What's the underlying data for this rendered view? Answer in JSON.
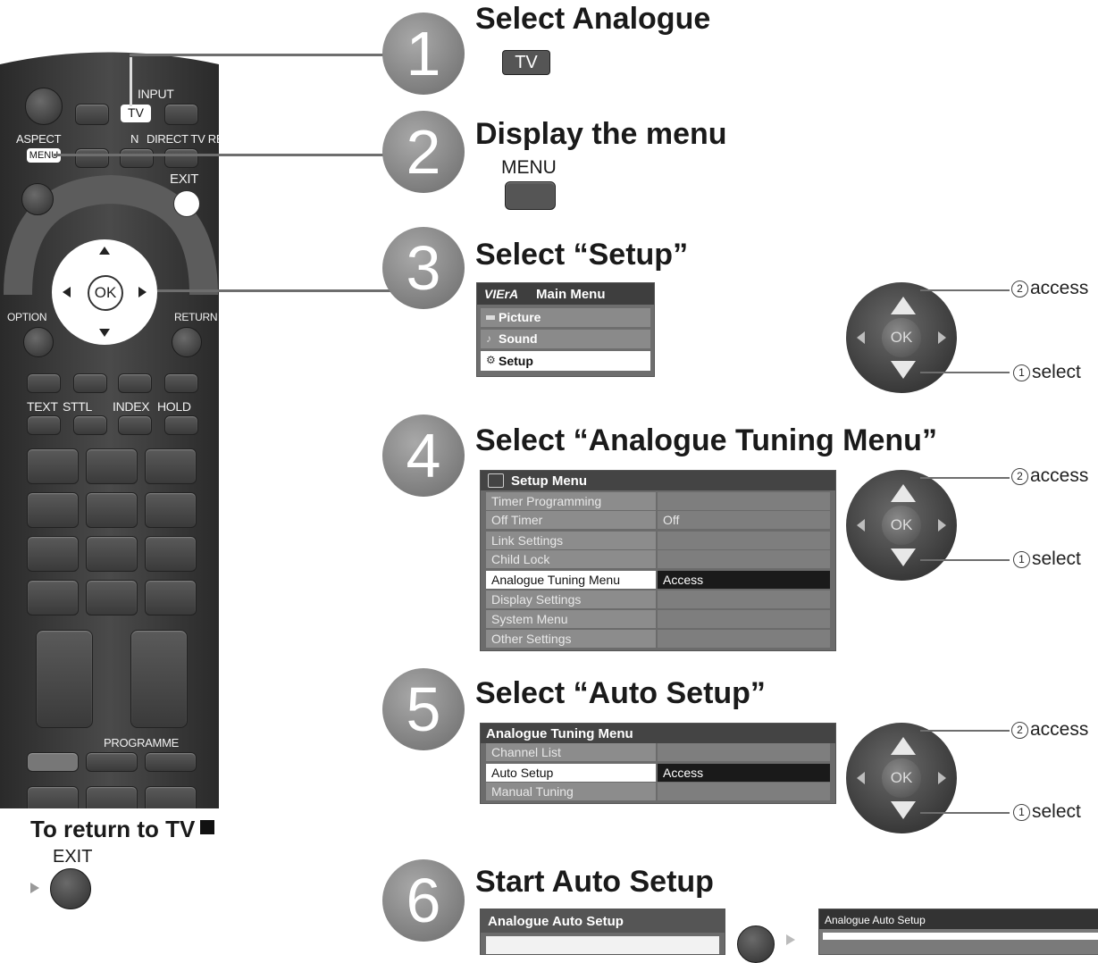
{
  "remote": {
    "labels": {
      "input": "INPUT",
      "tv": "TV",
      "aspect": "ASPECT",
      "menu": "MENU",
      "n": "N",
      "direct_tv_rec": "DIRECT TV REC",
      "exit": "EXIT",
      "ok": "OK",
      "option": "OPTION",
      "return": "RETURN",
      "text": "TEXT",
      "sttl": "STTL",
      "index": "INDEX",
      "hold": "HOLD",
      "programme": "PROGRAMME"
    }
  },
  "return_note": {
    "title": "To return to TV",
    "exit_label": "EXIT"
  },
  "steps": [
    {
      "number": "1",
      "title": "Select Analogue",
      "key_label": "TV"
    },
    {
      "number": "2",
      "title": "Display the menu",
      "key_label": "MENU"
    },
    {
      "number": "3",
      "title": "Select “Setup”"
    },
    {
      "number": "4",
      "title": "Select “Analogue Tuning Menu”"
    },
    {
      "number": "5",
      "title": "Select “Auto Setup”"
    },
    {
      "number": "6",
      "title": "Start Auto Setup"
    }
  ],
  "main_menu": {
    "brand": "VIErA",
    "title": "Main Menu",
    "items": [
      "Picture",
      "Sound",
      "Setup"
    ],
    "selected": "Setup"
  },
  "setup_menu": {
    "title": "Setup Menu",
    "rows": [
      {
        "label": "Timer Programming",
        "value": ""
      },
      {
        "label": "Off Timer",
        "value": "Off"
      },
      {
        "label": "Link Settings",
        "value": ""
      },
      {
        "label": "Child Lock",
        "value": ""
      },
      {
        "label": "Analogue Tuning Menu",
        "value": "Access"
      },
      {
        "label": "Display Settings",
        "value": ""
      },
      {
        "label": "System Menu",
        "value": ""
      },
      {
        "label": "Other Settings",
        "value": ""
      }
    ],
    "selected_index": 4
  },
  "tuning_menu": {
    "title": "Analogue Tuning Menu",
    "rows": [
      {
        "label": "Channel List",
        "value": ""
      },
      {
        "label": "Auto Setup",
        "value": "Access"
      },
      {
        "label": "Manual Tuning",
        "value": ""
      }
    ],
    "selected_index": 1
  },
  "auto_setup": {
    "panel_title": "Analogue Auto Setup",
    "preview_title": "Analogue Auto Setup"
  },
  "nav_pad": {
    "ok_label": "OK",
    "access_num": "2",
    "access_label": "access",
    "select_num": "1",
    "select_label": "select"
  }
}
